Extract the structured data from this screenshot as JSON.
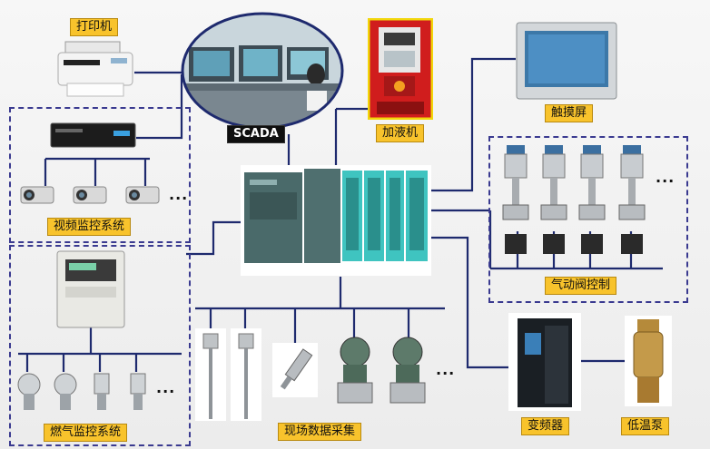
{
  "labels": {
    "printer": "打印机",
    "scada": "SCADA",
    "dispenser": "加液机",
    "touchscreen": "触摸屏",
    "video": "视频监控系统",
    "valve": "气动阀控制",
    "gas": "燃气监控系统",
    "field": "现场数据采集",
    "vfd": "变频器",
    "pump": "低温泵"
  },
  "ellipsis": "...",
  "colors": {
    "label_bg": "#f8c32c",
    "wire": "#1e2a6e",
    "dash": "#3a3a90",
    "plc_body": "#4a6a6a",
    "plc_module": "#3fc4c0"
  }
}
